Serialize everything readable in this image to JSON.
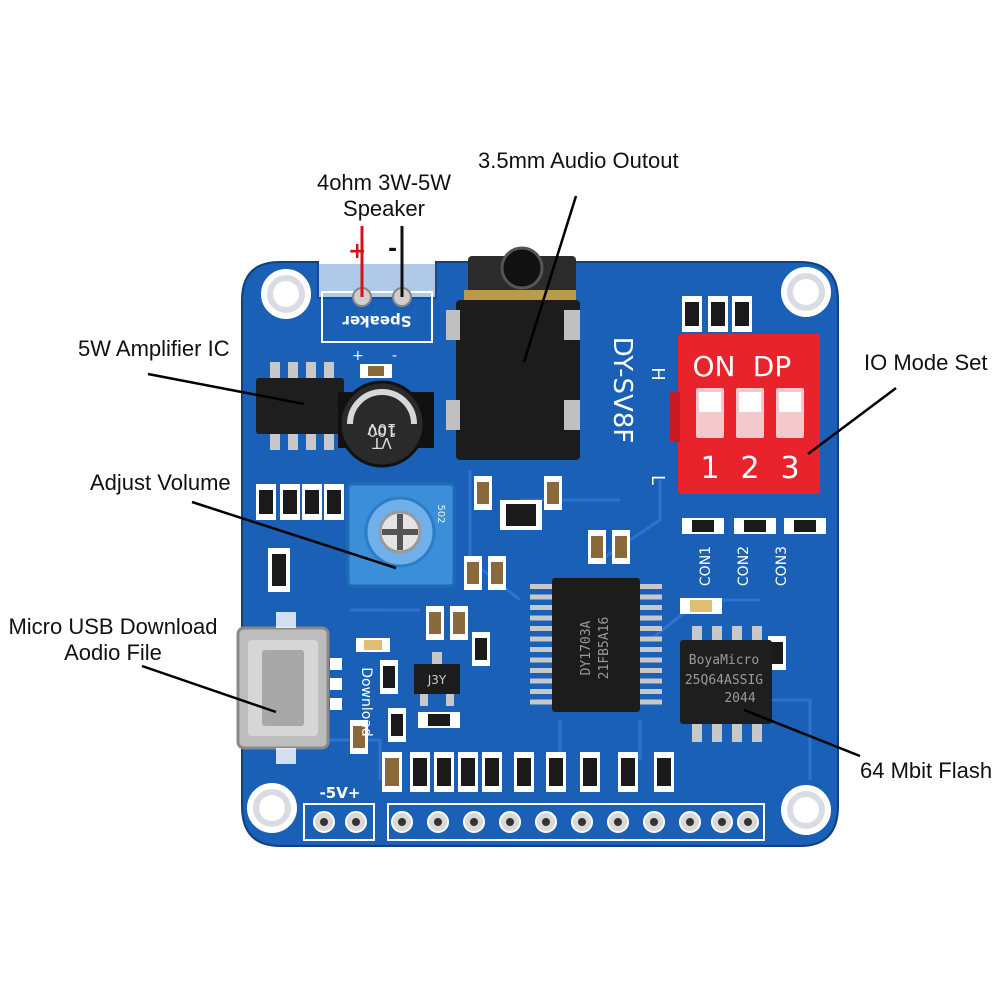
{
  "callouts": {
    "speaker_line1": "4ohm 3W-5W",
    "speaker_line2": "Speaker",
    "audio_out": "3.5mm Audio Outout",
    "amplifier": "5W Amplifier IC",
    "io_mode": "IO Mode Set",
    "volume": "Adjust Volume",
    "usb_line1": "Micro USB Download",
    "usb_line2": "Aodio File",
    "flash": "64 Mbit Flash"
  },
  "board": {
    "speaker_label": "Speaker",
    "speaker_plus": "+",
    "speaker_minus": "-",
    "model": "DY-SV8F",
    "h_mark": "H",
    "l_mark": "L",
    "dip_on": "ON",
    "dip_dp": "DP",
    "dip_1": "1",
    "dip_2": "2",
    "dip_3": "3",
    "con1": "CON1",
    "con2": "CON2",
    "con3": "CON3",
    "cap_1": "100",
    "cap_2": "10V",
    "cap_3": "VT",
    "pot_mark": "502",
    "download": "Download",
    "power_label": "-5V+",
    "main_chip_1": "DY1703A",
    "main_chip_2": "21FB5A16",
    "flash_1": "BoyaMicro",
    "flash_2": "25Q64ASSIG",
    "flash_3": "2044",
    "j3y": "J3Y"
  },
  "colors": {
    "pcb": "#1a5fb4",
    "pcb_dark": "#14489a",
    "silkscreen": "#ffffff",
    "dip_switch": "#e8232c",
    "potentiometer": "#3a8fd8",
    "capacitor": "#2a2a2a",
    "speaker_wire_plus": "#d0141a"
  }
}
